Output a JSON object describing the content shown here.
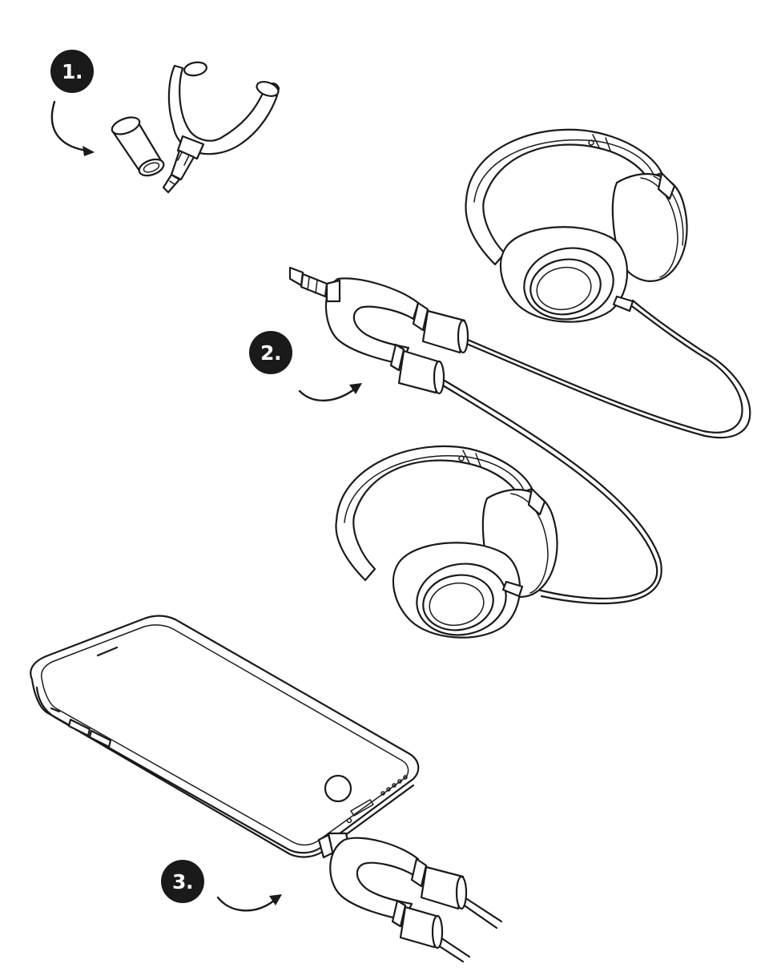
{
  "colors": {
    "ink": "#1a1a1a",
    "badge_text": "#ffffff",
    "background": "#ffffff"
  },
  "steps": [
    {
      "label": "1.",
      "arrow_icon": "curved-arrow-icon",
      "illustration": "splitter-cap-removed"
    },
    {
      "label": "2.",
      "arrow_icon": "curved-arrow-icon",
      "illustration": "two-headphones-plugged-into-splitter"
    },
    {
      "label": "3.",
      "arrow_icon": "curved-arrow-icon",
      "illustration": "splitter-plugged-into-phone"
    }
  ]
}
